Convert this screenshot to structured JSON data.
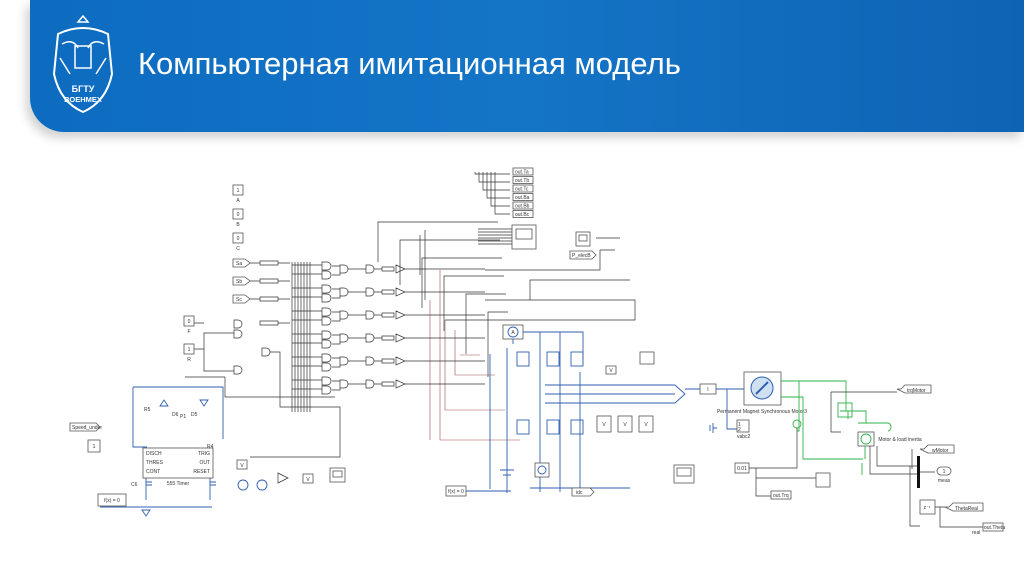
{
  "header": {
    "title": "Компьютерная имитационная модель",
    "logo_text": "БГТУ ВОЕНМЕХ",
    "accent_color": "#1474c6"
  },
  "diagram": {
    "constants": [
      {
        "value": "1",
        "label": "A"
      },
      {
        "value": "0",
        "label": "B"
      },
      {
        "value": "0",
        "label": "C"
      },
      {
        "value": "0",
        "label": "F"
      },
      {
        "value": "1",
        "label": "R"
      }
    ],
    "inputs": [
      "Sa",
      "Sb",
      "Sc"
    ],
    "speed_label": "Speed_under",
    "step_value": "1",
    "timer": {
      "name": "555 Timer",
      "pins_left": [
        "DISCH",
        "THRES",
        "CONT"
      ],
      "pins_right": [
        "TRIG",
        "OUT",
        "RESET"
      ],
      "parts": [
        "R5",
        "D6",
        "P1",
        "D5",
        "R4",
        "C6"
      ]
    },
    "solver": "f(x) = 0",
    "voltage_label": "V",
    "current_label": "A",
    "outputs": [
      "out.Ta",
      "out.Tb",
      "out.Tc",
      "out.Ba",
      "out.Bb",
      "out.Bc"
    ],
    "power_tag": "P_elecB",
    "idc_tag": "idc",
    "motor": {
      "input": "I",
      "name": "Permanent Magnet Synchronous Motor3",
      "vabc": "vabc2",
      "port1": "1",
      "port2": "2",
      "trq": "trqMotor",
      "inertia": "Motor & load inertia",
      "speed": "wMotor",
      "meas": "meas",
      "meas_port": "1",
      "gain": "0.01",
      "trq_out": "out.Trq",
      "delay": "z⁻¹",
      "theta": "ThetaReal",
      "theta_out": "out.Theta",
      "real": "real"
    }
  }
}
